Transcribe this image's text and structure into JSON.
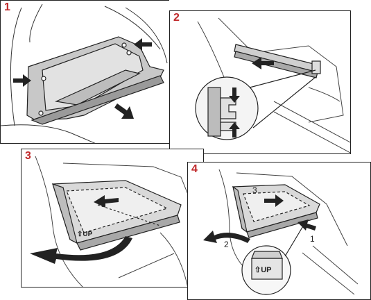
{
  "panels": [
    {
      "number": "1"
    },
    {
      "number": "2"
    },
    {
      "number": "3",
      "part_label": "⇧UP"
    },
    {
      "number": "4",
      "part_label": "⇧UP",
      "callouts": [
        "3",
        "2",
        "1"
      ]
    }
  ],
  "colors": {
    "step_number": "#c0282a",
    "outline": "#222222",
    "shade": "#d0d0d0",
    "arrow": "#222222"
  },
  "icons": [
    "push-arrow-icon",
    "pull-arrow-icon",
    "rotate-arrow-icon",
    "up-arrow-icon"
  ]
}
